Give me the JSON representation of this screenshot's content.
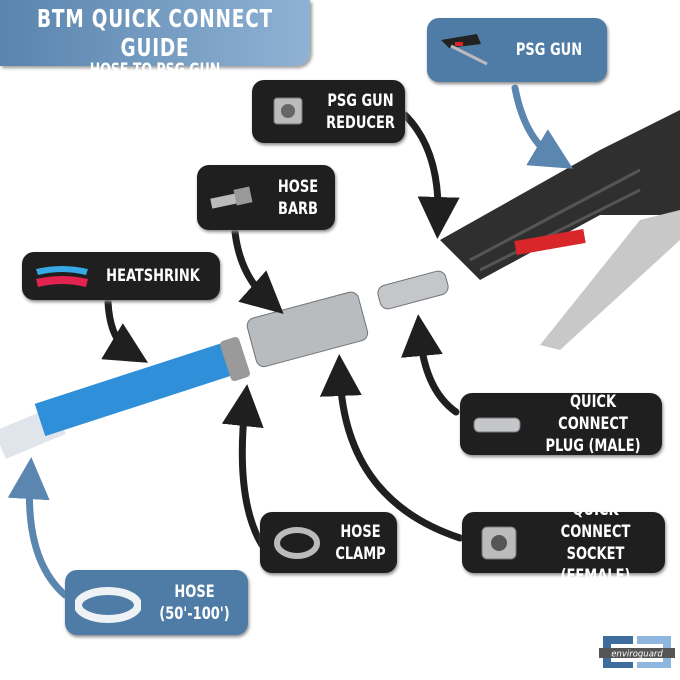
{
  "title": {
    "main": "BTM QUICK CONNECT GUIDE",
    "sub": "HOSE TO PSG GUN"
  },
  "labels": {
    "psg_gun": "PSG GUN",
    "reducer": [
      "PSG GUN",
      "REDUCER"
    ],
    "barb": [
      "HOSE",
      "BARB"
    ],
    "heatshrink": "HEATSHRINK",
    "plug": [
      "QUICK CONNECT",
      "PLUG (MALE)"
    ],
    "clamp": [
      "HOSE",
      "CLAMP"
    ],
    "socket": [
      "QUICK CONNECT",
      "SOCKET (FEMALE)"
    ],
    "hose": [
      "HOSE",
      "(50'-100')"
    ]
  },
  "logo": "enviroguard",
  "colors": {
    "dark_box": "#1f1f1f",
    "blue_box": "#4e7ca6",
    "hose_blue": "#2f8fd8",
    "arrow_dark": "#1f1f1f",
    "arrow_blue": "#5a86b0"
  }
}
